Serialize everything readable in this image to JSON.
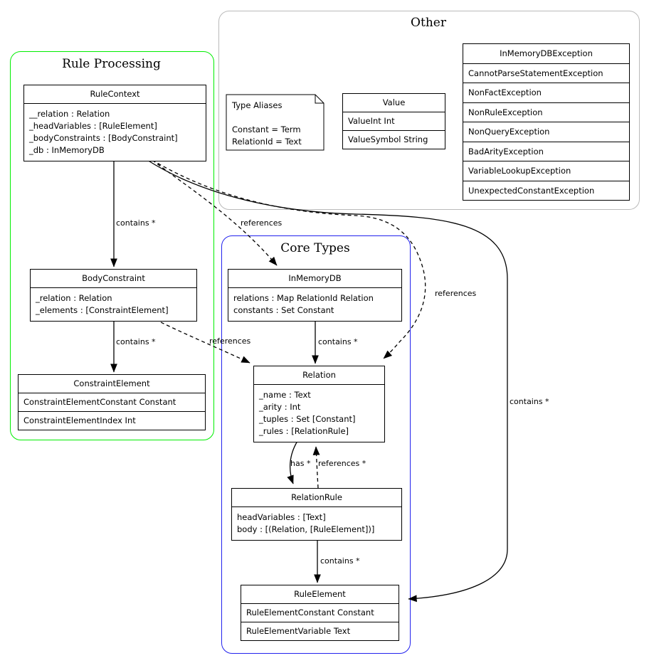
{
  "diagram": {
    "clusters": {
      "rule_processing": "Rule Processing",
      "other": "Other",
      "core_types": "Core Types"
    },
    "note": {
      "title": "Type Aliases",
      "lines": [
        "Constant = Term",
        "RelationId = Text"
      ]
    },
    "boxes": {
      "rule_context": {
        "title": "RuleContext",
        "attrs": [
          "__relation : Relation",
          "_headVariables : [RuleElement]",
          "_bodyConstraints : [BodyConstraint]",
          "_db : InMemoryDB"
        ]
      },
      "value": {
        "title": "Value",
        "rows": [
          "ValueInt Int",
          "ValueSymbol String"
        ]
      },
      "exceptions": {
        "title": "InMemoryDBException",
        "rows": [
          "CannotParseStatementException",
          "NonFactException",
          "NonRuleException",
          "NonQueryException",
          "BadArityException",
          "VariableLookupException",
          "UnexpectedConstantException"
        ]
      },
      "body_constraint": {
        "title": "BodyConstraint",
        "attrs": [
          "_relation : Relation",
          "_elements : [ConstraintElement]"
        ]
      },
      "constraint_element": {
        "title": "ConstraintElement",
        "rows": [
          "ConstraintElementConstant Constant",
          "ConstraintElementIndex Int"
        ]
      },
      "in_memory_db": {
        "title": "InMemoryDB",
        "attrs": [
          "relations : Map RelationId Relation",
          "constants : Set Constant"
        ]
      },
      "relation": {
        "title": "Relation",
        "attrs": [
          "_name : Text",
          "_arity : Int",
          "_tuples : Set [Constant]",
          "_rules : [RelationRule]"
        ]
      },
      "relation_rule": {
        "title": "RelationRule",
        "attrs": [
          "headVariables : [Text]",
          "body : [(Relation, [RuleElement])]"
        ]
      },
      "rule_element": {
        "title": "RuleElement",
        "rows": [
          "RuleElementConstant Constant",
          "RuleElementVariable Text"
        ]
      }
    },
    "edge_labels": {
      "rulecontext_bodyconstraint": "contains *",
      "rulecontext_inmemorydb": "references",
      "rulecontext_relation": "references",
      "rulecontext_ruleelement": "contains *",
      "bodyconstraint_constraintelement": "contains *",
      "bodyconstraint_relation": "references",
      "inmemorydb_relation": "contains *",
      "relation_relationrule": "has *",
      "relationrule_relation": "references *",
      "relationrule_ruleelement": "contains *"
    },
    "colors": {
      "rule_processing_border": "#00ee00",
      "core_types_border": "#2222ee",
      "other_border": "#bababa",
      "box_border": "#000000"
    }
  }
}
